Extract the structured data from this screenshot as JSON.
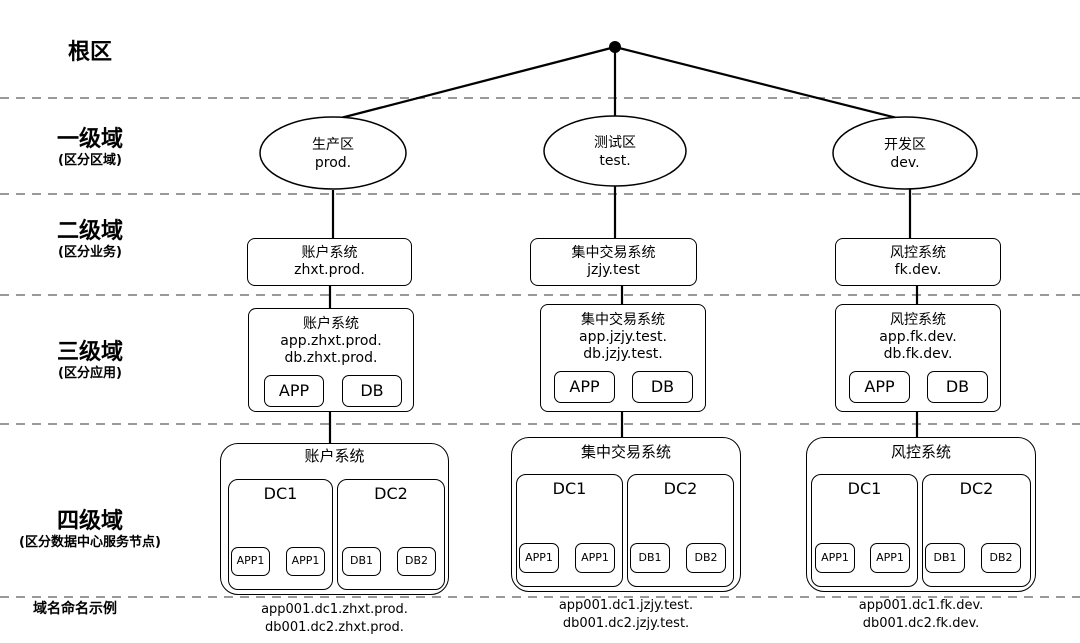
{
  "levels": [
    {
      "title": "根区",
      "subtitle": ""
    },
    {
      "title": "一级域",
      "subtitle": "(区分区域)"
    },
    {
      "title": "二级域",
      "subtitle": "(区分业务)"
    },
    {
      "title": "三级域",
      "subtitle": "(区分应用)"
    },
    {
      "title": "四级域",
      "subtitle": "(区分数据中心服务节点)"
    },
    {
      "title": "域名命名示例",
      "subtitle": ""
    }
  ],
  "columns": [
    {
      "region": "生产区",
      "region_code": "prod.",
      "business": "账户系统",
      "business_domain": "zhxt.prod.",
      "app_title": "账户系统",
      "app_domains": [
        "app.zhxt.prod.",
        "db.zhxt.prod."
      ],
      "app_button": "APP",
      "db_button": "DB",
      "dc_title": "账户系统",
      "dc1": {
        "label": "DC1",
        "nodes": [
          "APP1",
          "APP1"
        ]
      },
      "dc2": {
        "label": "DC2",
        "nodes": [
          "DB1",
          "DB2"
        ]
      },
      "examples": [
        "app001.dc1.zhxt.prod.",
        "db001.dc2.zhxt.prod."
      ]
    },
    {
      "region": "测试区",
      "region_code": "test.",
      "business": "集中交易系统",
      "business_domain": "jzjy.test",
      "app_title": "集中交易系统",
      "app_domains": [
        "app.jzjy.test.",
        "db.jzjy.test."
      ],
      "app_button": "APP",
      "db_button": "DB",
      "dc_title": "集中交易系统",
      "dc1": {
        "label": "DC1",
        "nodes": [
          "APP1",
          "APP1"
        ]
      },
      "dc2": {
        "label": "DC2",
        "nodes": [
          "DB1",
          "DB2"
        ]
      },
      "examples": [
        "app001.dc1.jzjy.test.",
        "db001.dc2.jzjy.test."
      ]
    },
    {
      "region": "开发区",
      "region_code": "dev.",
      "business": "风控系统",
      "business_domain": "fk.dev.",
      "app_title": "风控系统",
      "app_domains": [
        "app.fk.dev.",
        "db.fk.dev."
      ],
      "app_button": "APP",
      "db_button": "DB",
      "dc_title": "风控系统",
      "dc1": {
        "label": "DC1",
        "nodes": [
          "APP1",
          "APP1"
        ]
      },
      "dc2": {
        "label": "DC2",
        "nodes": [
          "DB1",
          "DB2"
        ]
      },
      "examples": [
        "app001.dc1.fk.dev.",
        "db001.dc2.fk.dev."
      ]
    }
  ]
}
